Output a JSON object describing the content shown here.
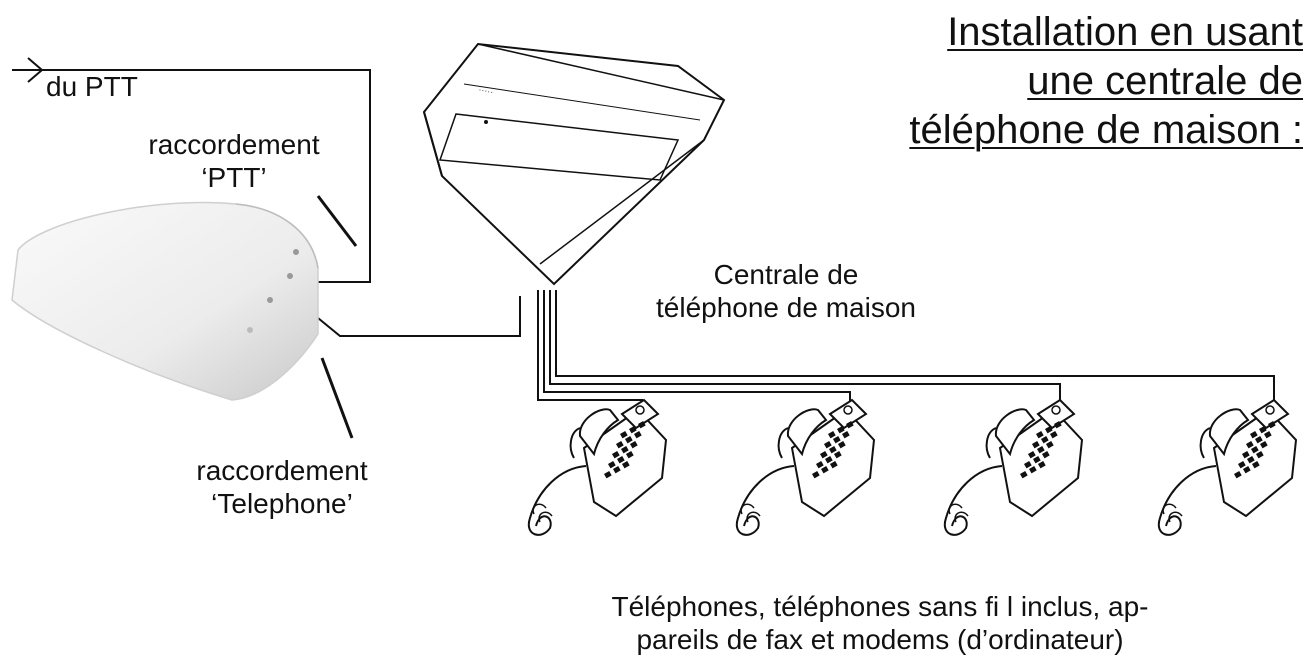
{
  "title": {
    "line1": "Installation en usant",
    "line2": "une  centrale de",
    "line3": "téléphone de maison :"
  },
  "labels": {
    "du_ptt": "du PTT",
    "raccordement_ptt_line1": "raccordement",
    "raccordement_ptt_line2": "‘PTT’",
    "raccordement_tel_line1": "raccordement",
    "raccordement_tel_line2": "‘Telephone’",
    "centrale_line1": "Centrale de",
    "centrale_line2": "téléphone de maison",
    "phones_line1": "Téléphones, téléphones sans fi l inclus, ap-",
    "phones_line2": "pareils de fax et modems (d’ordinateur)"
  },
  "devices": {
    "phone_count": 4
  }
}
